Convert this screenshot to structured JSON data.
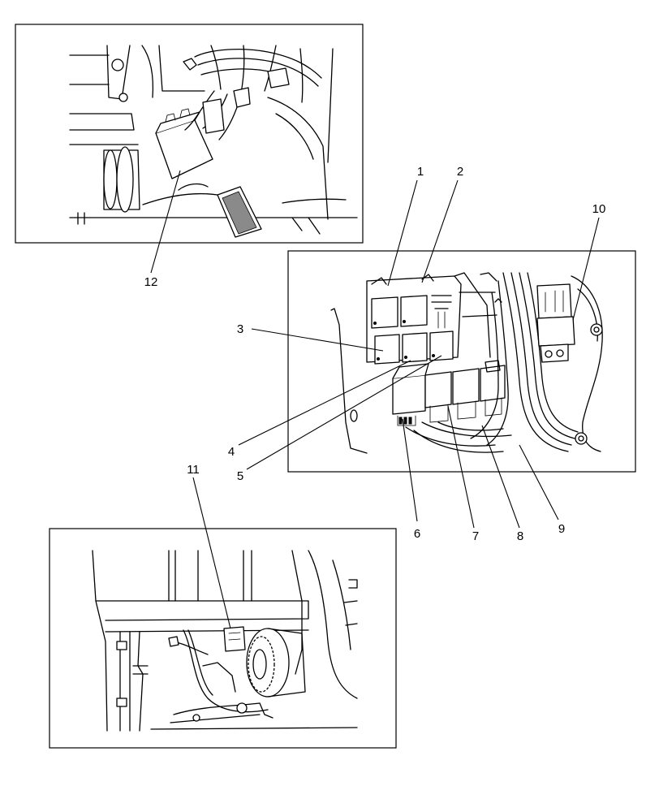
{
  "diagram": {
    "panels": [
      {
        "id": "top-left-view"
      },
      {
        "id": "relay-panel-view"
      },
      {
        "id": "lower-frame-view"
      }
    ],
    "callouts": [
      {
        "number": "1"
      },
      {
        "number": "2"
      },
      {
        "number": "3"
      },
      {
        "number": "4"
      },
      {
        "number": "5"
      },
      {
        "number": "6"
      },
      {
        "number": "7"
      },
      {
        "number": "8"
      },
      {
        "number": "9"
      },
      {
        "number": "10"
      },
      {
        "number": "11"
      },
      {
        "number": "12"
      }
    ]
  }
}
